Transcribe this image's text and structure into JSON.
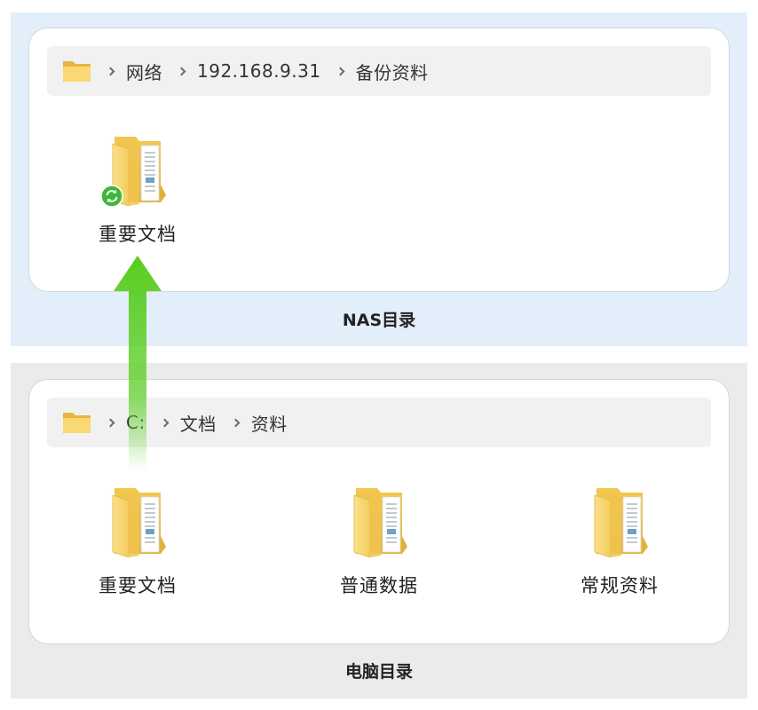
{
  "nas": {
    "label": "NAS目录",
    "path": [
      "网络",
      "192.168.9.31",
      "备份资料"
    ],
    "files": [
      {
        "name": "重要文档",
        "icon": "folder-icon",
        "badge": "sync-badge-icon"
      }
    ]
  },
  "pc": {
    "label": "电脑目录",
    "path": [
      "C:",
      "文档",
      "资料"
    ],
    "files": [
      {
        "name": "重要文档",
        "icon": "folder-icon"
      },
      {
        "name": "普通数据",
        "icon": "folder-icon"
      },
      {
        "name": "常规资料",
        "icon": "folder-icon"
      }
    ]
  },
  "colors": {
    "nas_background": "#e3eefb",
    "pc_background": "#e9ece8",
    "arrow": "#5fcf2a",
    "sync_badge": "#3fb83a",
    "folder": "#f7d774"
  },
  "arrow": {
    "from": "pc.files.0",
    "to": "nas.files.0",
    "icon": "up-arrow-icon"
  }
}
